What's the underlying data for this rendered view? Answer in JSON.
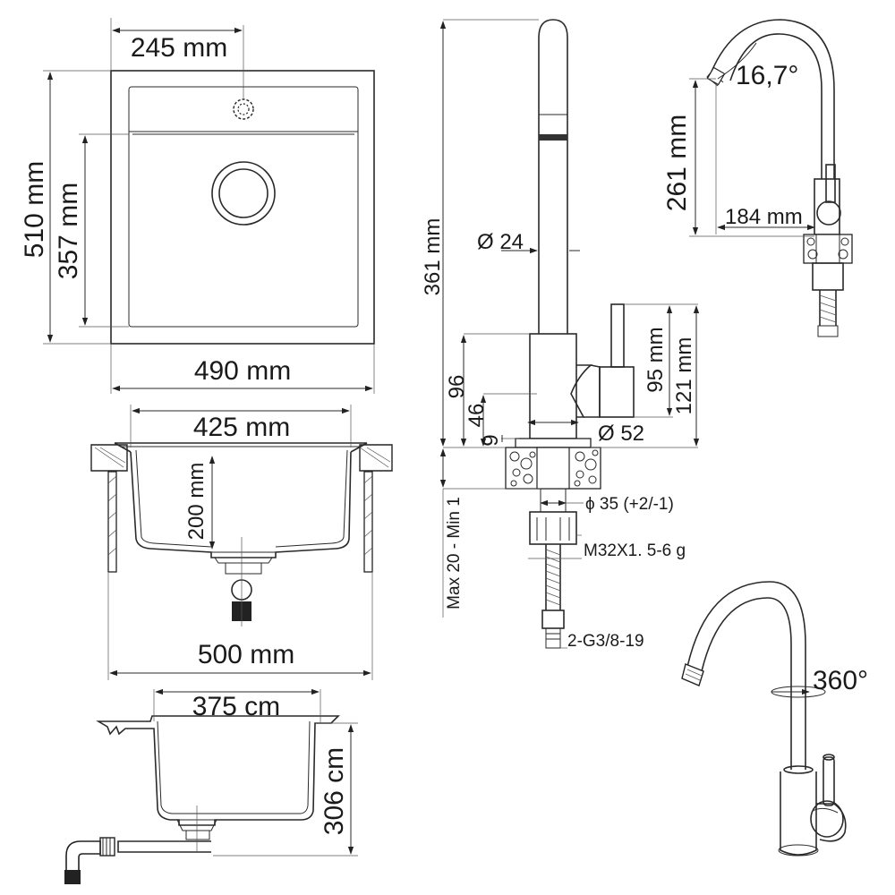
{
  "sink_top_view": {
    "width_top": "245 mm",
    "height_total": "510 mm",
    "height_bowl": "357 mm",
    "width_outer": "490 mm"
  },
  "sink_front_section": {
    "bowl_width": "425 mm",
    "bowl_depth": "200 mm",
    "cabinet_width": "500 mm"
  },
  "sink_side_section": {
    "bowl_width": "375 cm",
    "depth": "306 cm"
  },
  "faucet_front": {
    "height_total": "361 mm",
    "spout_diameter": "Ø 24",
    "body_height": "96",
    "lever_offset": "46",
    "base_height": "9",
    "lever_height_1": "95 mm",
    "lever_height_2": "121 mm",
    "body_diameter": "Ø 52",
    "hole_diameter": "ϕ 35 (+2/-1)",
    "thread": "M32X1. 5-6 g",
    "hose_connection": "2-G3/8-19",
    "countertop": "Max 20 - Min 1"
  },
  "faucet_side": {
    "angle": "16,7°",
    "height": "261 mm",
    "reach": "184 mm"
  },
  "faucet_perspective": {
    "rotation": "360°"
  }
}
